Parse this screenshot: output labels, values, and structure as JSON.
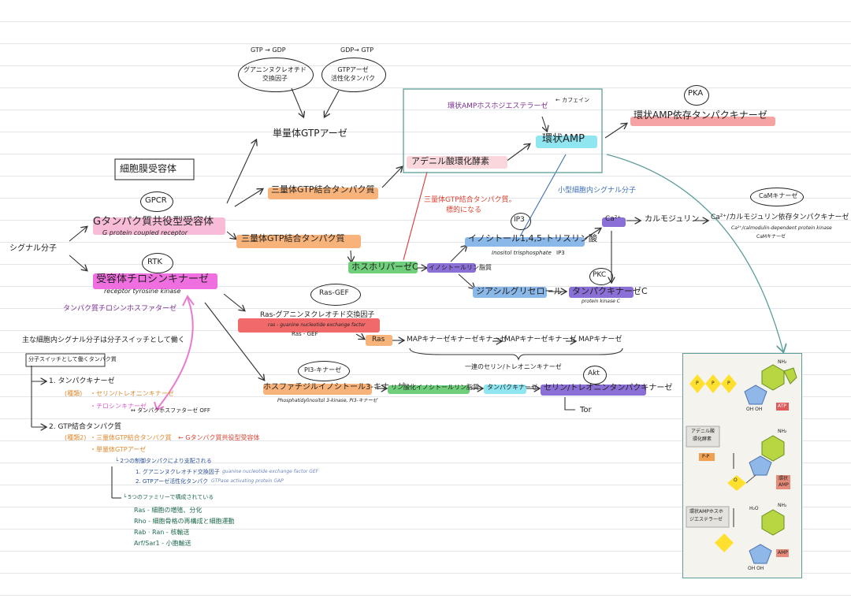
{
  "top": {
    "gtp_gdp": "GTP → GDP",
    "gdp_gtp": "GDP→ GTP",
    "gef_oval": [
      "グアニンヌクレオチド",
      "交換因子"
    ],
    "gap_oval": [
      "GTPアーゼ",
      "活性化タンパク"
    ],
    "monomer_gtpase": "単量体GTPアーゼ"
  },
  "camp_box": {
    "pde": "環状AMPホスホジエステラーゼ",
    "caffeine": "← カフェイン",
    "camp": "環状AMP",
    "adenylate_cyclase": "アデニル酸環化酵素"
  },
  "pka": {
    "label": "PKA",
    "name": "環状AMP依存タンパクキナーゼ"
  },
  "receptors": {
    "cell_surface": "細胞膜受容体",
    "signal": "シグナル分子",
    "gpcr": "GPCR",
    "gpcr_name": "Gタンパク質共役型受容体",
    "gpcr_en": "G protein coupled receptor",
    "rtk": "RTK",
    "rtk_name": "受容体チロシンキナーゼ",
    "rtk_en": "receptor tyrosine kinase",
    "ptp": "タンパク質チロシンホスファターゼ"
  },
  "gproteins": {
    "trimer1": "三量体GTP結合タンパク質",
    "trimer2": "三量体GTP結合タンパク質",
    "trimer_note": [
      "三量体GTP結合タンパク質。",
      "標的になる"
    ],
    "small_signal": "小型細胞内シグナル分子"
  },
  "plc": {
    "plc": "ホスホリパーゼC",
    "inositol_lipid": "イノシトールリン脂質",
    "ip3": "IP3",
    "ip3_name": "イノシトール1,4,5-トリスリン酸",
    "ip3_en": "Inositol trisphosphate",
    "ip3_abbr": "IP3",
    "dag": "ジアシルグリセロール",
    "pkc": "PKC",
    "pkc_name": "タンパクキナーゼC",
    "pkc_en": "protein kinase C",
    "ca": "Ca²⁺",
    "calmodulin": "カルモジュリン",
    "camk_label": "CaMキナーゼ",
    "camk_name": "Ca²⁺/カルモジュリン依存タンパクキナーゼ",
    "camk_en": "Ca²⁺/calmodulin-dependent protein kinase",
    "camk_abbr": "CaMキナーゼ"
  },
  "ras": {
    "ras_gef": "Ras-GEF",
    "ras_gef_name": "Ras-グアニンヌクレオチド交換因子",
    "ras_gef_en": "ras - guanine nucleotide exchange factor",
    "ras_gef_abbr": "Ras - GEF",
    "ras": "Ras",
    "mapkkk": "MAPキナーゼキナーゼキナーゼ",
    "mapkk": "MAPキナーゼキナーゼ",
    "mapk": "MAPキナーゼ",
    "mapk_note": "一連のセリン/トレオニンキナーゼ"
  },
  "pi3k": {
    "label": "PI3-キナーゼ",
    "name": "ホスファチジルイノシトール3-キナーゼ",
    "en": "Phosphatidylinositol 3-kinase, PI3-キナーゼ",
    "lipid": "リン酸化イノシトールリン脂質",
    "pk": "タンパクキナーゼ",
    "akt": "Akt",
    "ser_thr": "セリン/トレオニンタンパクキナーゼ",
    "tor": "Tor"
  },
  "notes": {
    "main_signal": "主な細胞内シグナル分子は分子スイッチとして働く",
    "switch_box": "分子スイッチとして働くタンパク質",
    "n1": "1. タンパクキナーゼ",
    "n1_kinds": "(種類)",
    "n1_a": "・セリン/トレオニンキナーゼ",
    "n1_b": "・チロシンキナーゼ",
    "n1_ptp": "↔ タンパクホスファターゼ OFF",
    "n2": "2. GTP結合タンパク質",
    "n2_kinds": "(種類2)",
    "n2_a": "・三量体GTP結合タンパク質",
    "n2_a_tail": "← Gタンパク質共役型受容体",
    "n2_b": "・単量体GTPアーゼ",
    "n2_c": "└ 2つの制御タンパクにより支配される",
    "n2_c1": "1. グアニンヌクレオチド交換因子",
    "n2_c1_en": "guanine nucleotide exchange factor GEF",
    "n2_c2": "2. GTPアーゼ活性化タンパク",
    "n2_c2_en": "GTPase activating protein GAP",
    "n2_d": "└ 5つのファミリーで構成されている",
    "fam1": "Ras - 細胞の増殖、分化",
    "fam2": "Rho - 細胞骨格の再構成と細胞運動",
    "fam3": "Rab · Ran - 核輸送",
    "fam4": "Arf/Sar1 - 小胞輸送"
  },
  "figure": {
    "atp": "ATP",
    "adenylate_cyclase": [
      "アデニル酸",
      "環化酵素"
    ],
    "ppi": "P-P",
    "camp": [
      "環状",
      "AMP"
    ],
    "pde": [
      "環状AMPホスホ",
      "ジエステラーゼ"
    ],
    "h2o": "H₂O",
    "amp": "AMP",
    "oh": "OH  OH",
    "nh2": "NH₂",
    "p": "P",
    "o": "O"
  },
  "colors": {
    "pink": "#f4a3bc",
    "magenta": "#d64cc7",
    "orange": "#f7b37a",
    "green": "#6fcf7b",
    "purple": "#8a70d6",
    "blue": "#8ab8e8",
    "red": "#f06a6a",
    "cyan": "#8fe5f0",
    "salmon": "#f5a3a3",
    "teal": "#5c9e98"
  }
}
